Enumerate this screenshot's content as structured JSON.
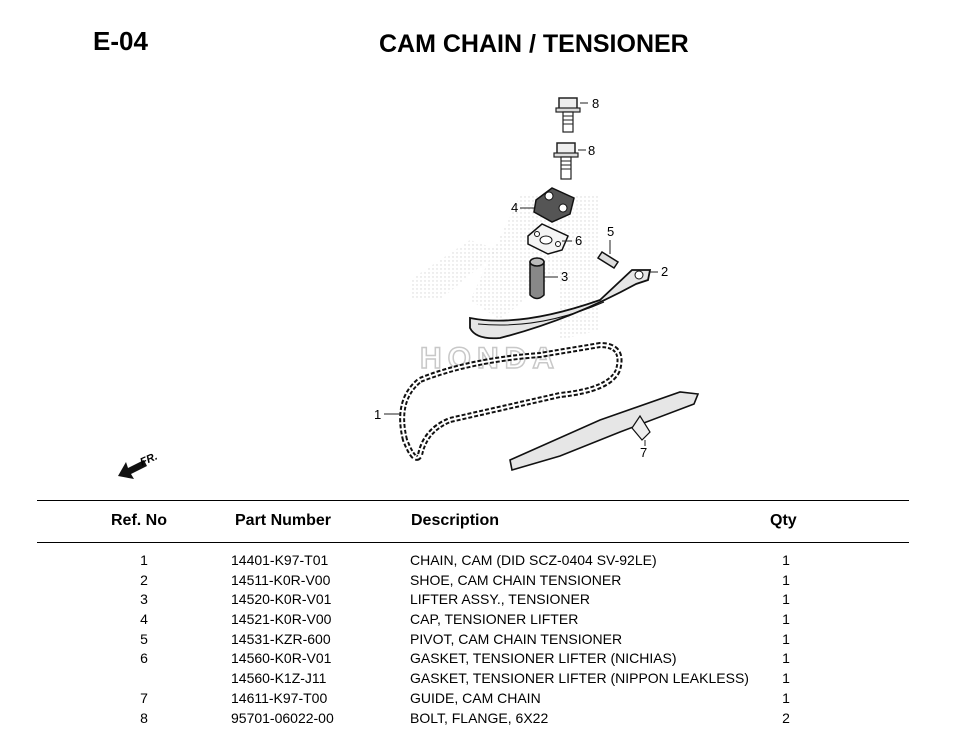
{
  "page": {
    "code": "E-04",
    "title": "CAM CHAIN / TENSIONER"
  },
  "diagram": {
    "callouts": [
      "1",
      "2",
      "3",
      "4",
      "5",
      "6",
      "7",
      "8",
      "8"
    ],
    "direction_label": "FR.",
    "watermark": "HONDA"
  },
  "table": {
    "headers": {
      "ref": "Ref. No",
      "part": "Part Number",
      "desc": "Description",
      "qty": "Qty"
    },
    "rows": [
      {
        "ref": "1",
        "part": "14401-K97-T01",
        "desc": "CHAIN, CAM (DID SCZ-0404 SV-92LE)",
        "qty": "1"
      },
      {
        "ref": "2",
        "part": "14511-K0R-V00",
        "desc": "SHOE, CAM CHAIN TENSIONER",
        "qty": "1"
      },
      {
        "ref": "3",
        "part": "14520-K0R-V01",
        "desc": "LIFTER ASSY., TENSIONER",
        "qty": "1"
      },
      {
        "ref": "4",
        "part": "14521-K0R-V00",
        "desc": "CAP, TENSIONER LIFTER",
        "qty": "1"
      },
      {
        "ref": "5",
        "part": "14531-KZR-600",
        "desc": "PIVOT, CAM CHAIN TENSIONER",
        "qty": "1"
      },
      {
        "ref": "6",
        "part": "14560-K0R-V01",
        "desc": "GASKET, TENSIONER LIFTER (NICHIAS)",
        "qty": "1"
      },
      {
        "ref": "",
        "part": "14560-K1Z-J11",
        "desc": "GASKET, TENSIONER LIFTER (NIPPON LEAKLESS)",
        "qty": "1"
      },
      {
        "ref": "7",
        "part": "14611-K97-T00",
        "desc": "GUIDE, CAM CHAIN",
        "qty": "1"
      },
      {
        "ref": "8",
        "part": "95701-06022-00",
        "desc": "BOLT, FLANGE, 6X22",
        "qty": "2"
      }
    ]
  }
}
